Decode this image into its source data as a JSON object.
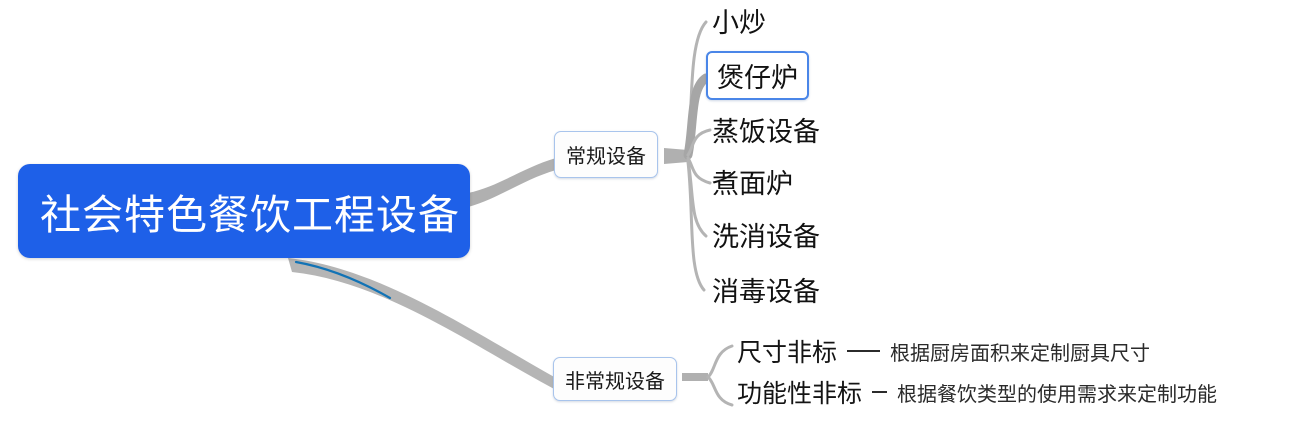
{
  "diagram": {
    "type": "mind-map",
    "root": {
      "label": "社会特色餐饮工程设备",
      "color": "#1e60e8",
      "text_color": "#ffffff"
    },
    "branches": [
      {
        "id": "regular",
        "label": "常规设备",
        "border_color": "#a8c4ec",
        "children": [
          {
            "id": "xiaochao",
            "label": "小炒",
            "selected": false
          },
          {
            "id": "baozailu",
            "label": "煲仔炉",
            "selected": true
          },
          {
            "id": "zhengfan",
            "label": "蒸饭设备",
            "selected": false
          },
          {
            "id": "zhumianlu",
            "label": "煮面炉",
            "selected": false
          },
          {
            "id": "xixiao",
            "label": "洗消设备",
            "selected": false
          },
          {
            "id": "xiaodu",
            "label": "消毒设备",
            "selected": false
          }
        ]
      },
      {
        "id": "irregular",
        "label": "非常规设备",
        "border_color": "#a8c4ec",
        "children": [
          {
            "id": "size-nonstandard",
            "label": "尺寸非标",
            "description": "根据厨房面积来定制厨具尺寸"
          },
          {
            "id": "function-nonstandard",
            "label": "功能性非标",
            "description": "根据餐饮类型的使用需求来定制功能"
          }
        ]
      }
    ],
    "selection": {
      "selected_node_label": "煲仔炉",
      "highlight_color": "#4a86e8"
    },
    "edge_color": "#b4b4b4",
    "accent_edge_color": "#1273b5"
  }
}
